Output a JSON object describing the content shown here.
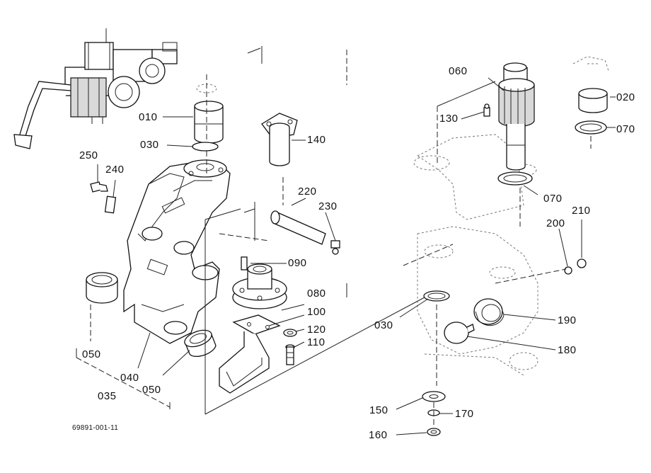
{
  "parts": {
    "p010": "010",
    "p020": "020",
    "p030a": "030",
    "p030b": "030",
    "p035": "035",
    "p040": "040",
    "p050a": "050",
    "p050b": "050",
    "p060": "060",
    "p070a": "070",
    "p070b": "070",
    "p080": "080",
    "p090": "090",
    "p100": "100",
    "p110": "110",
    "p120": "120",
    "p130": "130",
    "p140": "140",
    "p150": "150",
    "p160": "160",
    "p170": "170",
    "p180": "180",
    "p190": "190",
    "p200": "200",
    "p210": "210",
    "p220": "220",
    "p230": "230",
    "p240": "240",
    "p250": "250"
  },
  "drawing_number": "69891-001-11"
}
